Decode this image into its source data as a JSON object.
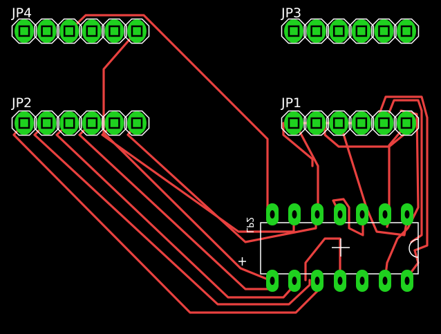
{
  "colors": {
    "background": "#000000",
    "trace": "#e8413f",
    "pad": "#1fd11f",
    "drill": "#000000",
    "silkscreen": "#ffffff"
  },
  "labels": {
    "jp4": "JP4",
    "jp3": "JP3",
    "jp2": "JP2",
    "jp1": "JP1",
    "ic": "LP2"
  }
}
